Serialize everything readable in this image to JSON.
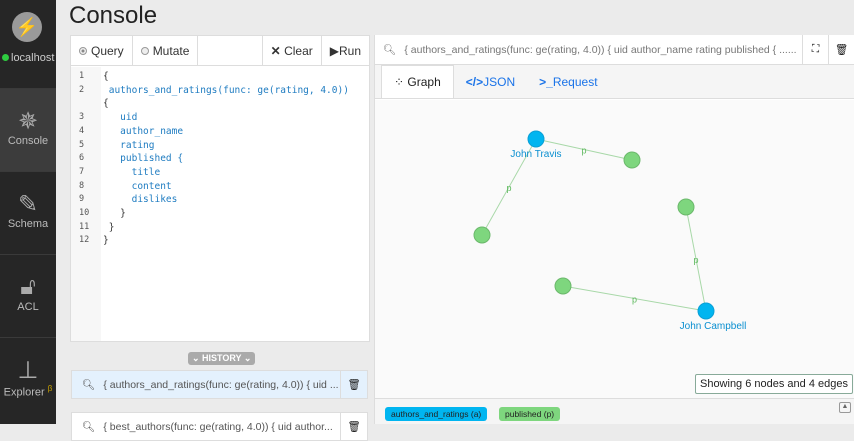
{
  "sidebar": {
    "host": "localhost",
    "items": [
      {
        "label": "Console",
        "icon": "network-icon"
      },
      {
        "label": "Schema",
        "icon": "ruler-pencil-icon"
      },
      {
        "label": "ACL",
        "icon": "unlock-icon"
      },
      {
        "label": "Explorer",
        "sup": "β",
        "icon": "sitemap-icon"
      }
    ]
  },
  "page_title": "Console",
  "toolbar": {
    "query": "Query",
    "mutate": "Mutate",
    "clear": "Clear",
    "run": "Run"
  },
  "editor": {
    "lines": [
      {
        "n": "1",
        "text": "{"
      },
      {
        "n": "2",
        "text": " authors_and_ratings(func: ge(rating, 4.0))"
      },
      {
        "n": "",
        "text": "{"
      },
      {
        "n": "3",
        "text": "   uid"
      },
      {
        "n": "4",
        "text": "   author_name"
      },
      {
        "n": "5",
        "text": "   rating"
      },
      {
        "n": "6",
        "text": "   published {"
      },
      {
        "n": "7",
        "text": "     title"
      },
      {
        "n": "8",
        "text": "     content"
      },
      {
        "n": "9",
        "text": "     dislikes"
      },
      {
        "n": "10",
        "text": "   }"
      },
      {
        "n": "11",
        "text": " }"
      },
      {
        "n": "12",
        "text": "}"
      }
    ]
  },
  "history": {
    "label": "HISTORY",
    "items": [
      "{ authors_and_ratings(func: ge(rating, 4.0)) { uid ...",
      "{ best_authors(func: ge(rating, 4.0)) { uid author..."
    ]
  },
  "result": {
    "query": "{ authors_and_ratings(func: ge(rating, 4.0)) { uid author_name rating published { ......",
    "tabs": [
      "Graph",
      "JSON",
      "Request"
    ],
    "active_tab": "Graph"
  },
  "graph": {
    "nodes": [
      {
        "label": "John Travis",
        "type": "a"
      },
      {
        "label": "",
        "type": "p"
      },
      {
        "label": "",
        "type": "p"
      },
      {
        "label": "",
        "type": "p"
      },
      {
        "label": "",
        "type": "p"
      },
      {
        "label": "John Campbell",
        "type": "a"
      }
    ],
    "edges": [
      {
        "from": 0,
        "to": 1,
        "label": "p"
      },
      {
        "from": 0,
        "to": 2,
        "label": "p"
      },
      {
        "from": 3,
        "to": 5,
        "label": "p"
      },
      {
        "from": 4,
        "to": 5,
        "label": "p"
      }
    ],
    "status": "Showing 6 nodes and 4 edges"
  },
  "legend": [
    {
      "label": "authors_and_ratings (a)",
      "color": "#00b5f0"
    },
    {
      "label": "published (p)",
      "color": "#7ed67e"
    }
  ]
}
